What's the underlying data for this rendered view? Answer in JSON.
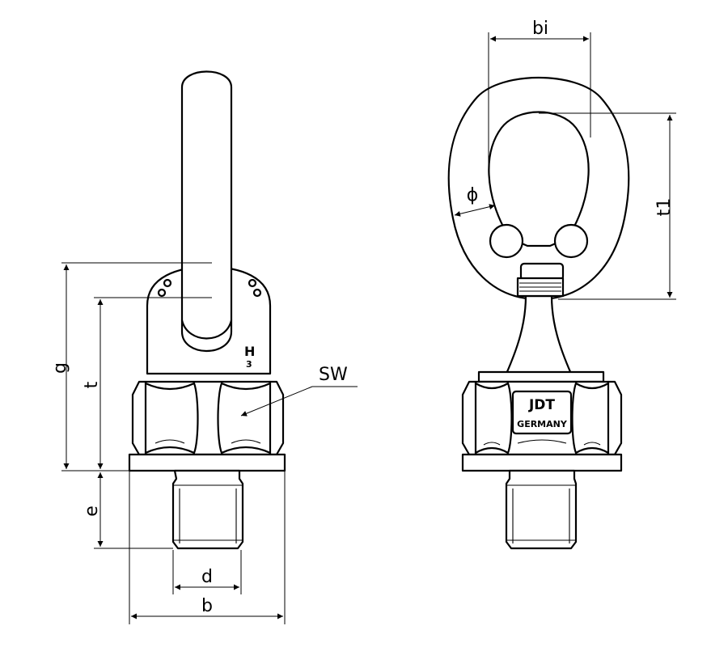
{
  "dimensions": {
    "g": "g",
    "t": "t",
    "e": "e",
    "d": "d",
    "b": "b",
    "sw": "SW",
    "bi": "bi",
    "t1": "t1",
    "phi": "ϕ"
  },
  "markings": {
    "brand": "JDT",
    "origin": "GERMANY",
    "stamp": "H",
    "stamp_digit": "3"
  }
}
